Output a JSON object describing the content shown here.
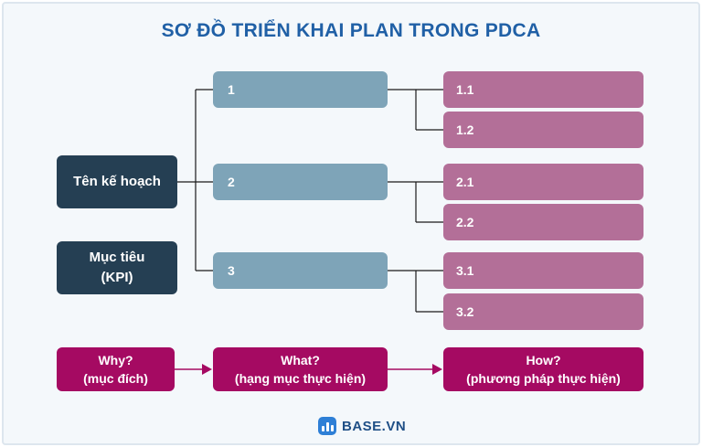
{
  "title": "SƠ ĐỒ TRIỂN KHAI PLAN TRONG PDCA",
  "left_boxes": [
    {
      "lines": [
        "Tên kế hoạch"
      ]
    },
    {
      "lines": [
        "Mục tiêu",
        "(KPI)"
      ]
    }
  ],
  "middle_boxes": [
    {
      "label": "1"
    },
    {
      "label": "2"
    },
    {
      "label": "3"
    }
  ],
  "right_boxes": [
    {
      "label": "1.1"
    },
    {
      "label": "1.2"
    },
    {
      "label": "2.1"
    },
    {
      "label": "2.2"
    },
    {
      "label": "3.1"
    },
    {
      "label": "3.2"
    }
  ],
  "bottom_boxes": [
    {
      "lines": [
        "Why?",
        "(mục đích)"
      ]
    },
    {
      "lines": [
        "What?",
        "(hạng mục thực hiện)"
      ]
    },
    {
      "lines": [
        "How?",
        "(phương pháp thực hiện)"
      ]
    }
  ],
  "logo": {
    "text": "BASE.VN",
    "icon": "base-logo-icon"
  },
  "colors": {
    "title": "#2060a6",
    "dark_box": "#253f53",
    "blue_box": "#7ea4b8",
    "pink_box": "#b36f98",
    "magenta_box": "#a50a62",
    "connector": "#1a1a1a"
  }
}
